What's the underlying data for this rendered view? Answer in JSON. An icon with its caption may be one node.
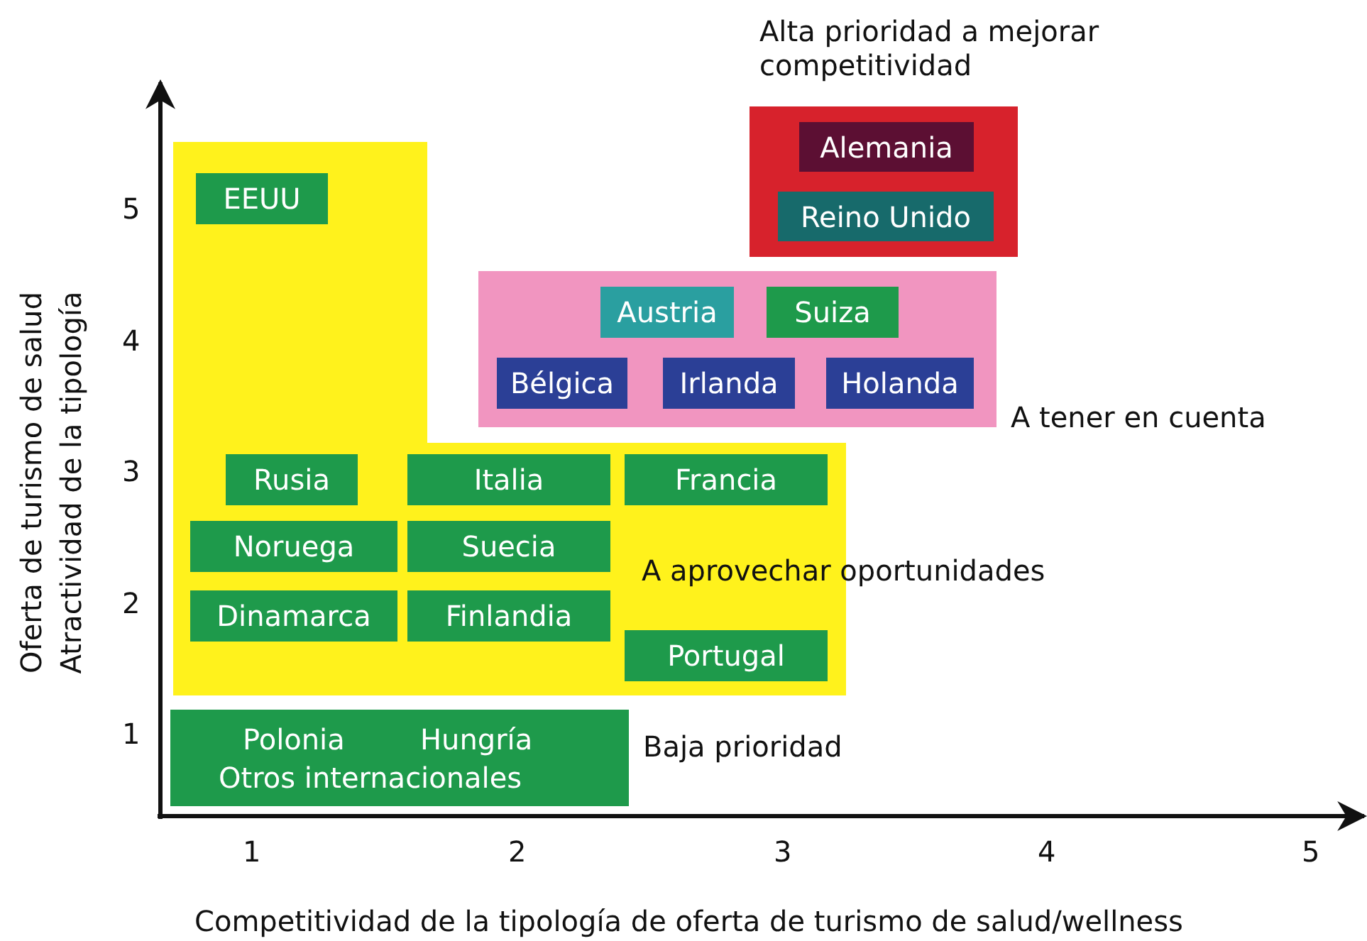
{
  "diagram": {
    "nodes": [
      {
        "text": [],
        "shape": "box",
        "beside": [
          "Alta prioridad a mejorar competitividad"
        ]
      },
      {
        "text": [
          "Alemania"
        ],
        "in": 0
      },
      {
        "text": [
          "Reino Unido"
        ],
        "in": 0
      },
      {
        "text": [],
        "shape": "box",
        "beside": [
          "A tener en cuenta"
        ]
      },
      {
        "text": [
          "Austria"
        ],
        "in": 3
      },
      {
        "text": [
          "Suiza"
        ],
        "in": 3
      },
      {
        "text": [
          "Bélgica"
        ],
        "in": 3
      },
      {
        "text": [
          "Irlanda"
        ],
        "in": 3
      },
      {
        "text": [
          "Holanda"
        ],
        "in": 3
      },
      {
        "text": [],
        "shape": "box",
        "beside": [
          "A aprovechar oportunidades"
        ]
      },
      {
        "text": [
          "EEUU"
        ],
        "in": 9
      },
      {
        "text": [
          "Rusia"
        ],
        "in": 9
      },
      {
        "text": [
          "Italia"
        ],
        "in": 9
      },
      {
        "text": [
          "Francia"
        ],
        "in": 9
      },
      {
        "text": [
          "Noruega"
        ],
        "in": 9
      },
      {
        "text": [
          "Suecia"
        ],
        "in": 9
      },
      {
        "text": [
          "Dinamarca"
        ],
        "in": 9
      },
      {
        "text": [
          "Finlandia"
        ],
        "in": 9
      },
      {
        "text": [
          "Portugal"
        ],
        "in": 9
      },
      {
        "text": [
          "Polonia",
          "Hungría",
          "Otros internacionales"
        ],
        "beside": [
          "Baja prioridad"
        ]
      }
    ],
    "labels": [
      "Oferta de turismo de salud",
      "Atractividad de la tipología",
      "5",
      "4",
      "3",
      "2",
      "1",
      "1",
      "2",
      "3",
      "4",
      "5",
      "Competitividad de la tipología de oferta de turismo de salud/wellness"
    ]
  }
}
